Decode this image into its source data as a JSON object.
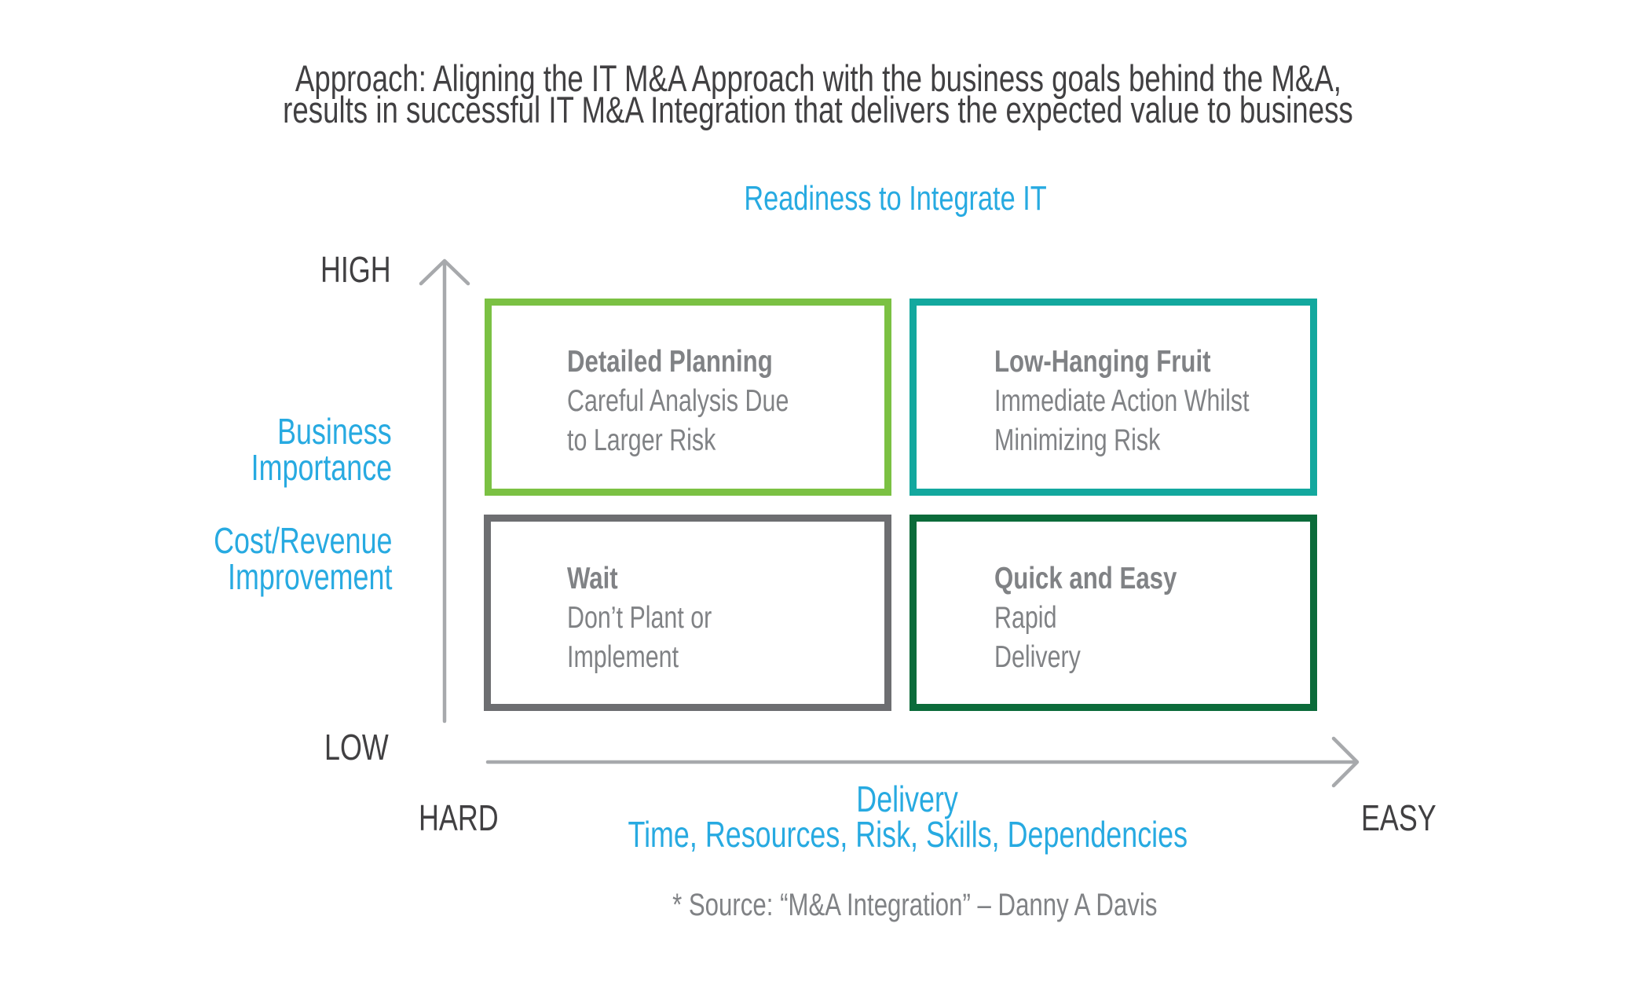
{
  "title": {
    "line1": "Approach: Aligning the IT M&A Approach with the business goals behind the M&A,",
    "line2": "results in successful IT M&A Integration that delivers the expected value to business"
  },
  "diagram": {
    "top_label": "Readiness to Integrate IT",
    "y_axis": {
      "high": "HIGH",
      "low": "LOW",
      "label1_line1": "Business",
      "label1_line2": "Importance",
      "label2_line1": "Cost/Revenue",
      "label2_line2": "Improvement"
    },
    "x_axis": {
      "hard": "HARD",
      "easy": "EASY",
      "label_line1": "Delivery",
      "label_line2": "Time, Resources, Risk, Skills, Dependencies"
    },
    "quadrants": [
      {
        "id": "top-left",
        "title": "Detailed Planning",
        "line1": "Careful Analysis Due",
        "line2": "to Larger Risk",
        "color": "#7bc143"
      },
      {
        "id": "top-right",
        "title": "Low-Hanging Fruit",
        "line1": "Immediate Action Whilst",
        "line2": "Minimizing Risk",
        "color": "#13a89e"
      },
      {
        "id": "bottom-left",
        "title": "Wait",
        "line1": "Don’t Plant or",
        "line2": "Implement",
        "color": "#6d6e71"
      },
      {
        "id": "bottom-right",
        "title": "Quick and Easy",
        "line1": "Rapid",
        "line2": "Delivery",
        "color": "#0b6b3a"
      }
    ],
    "axis_color": "#a7a9ac",
    "accent_color": "#27aae1"
  },
  "source": "* Source: “M&A Integration” – Danny A Davis"
}
